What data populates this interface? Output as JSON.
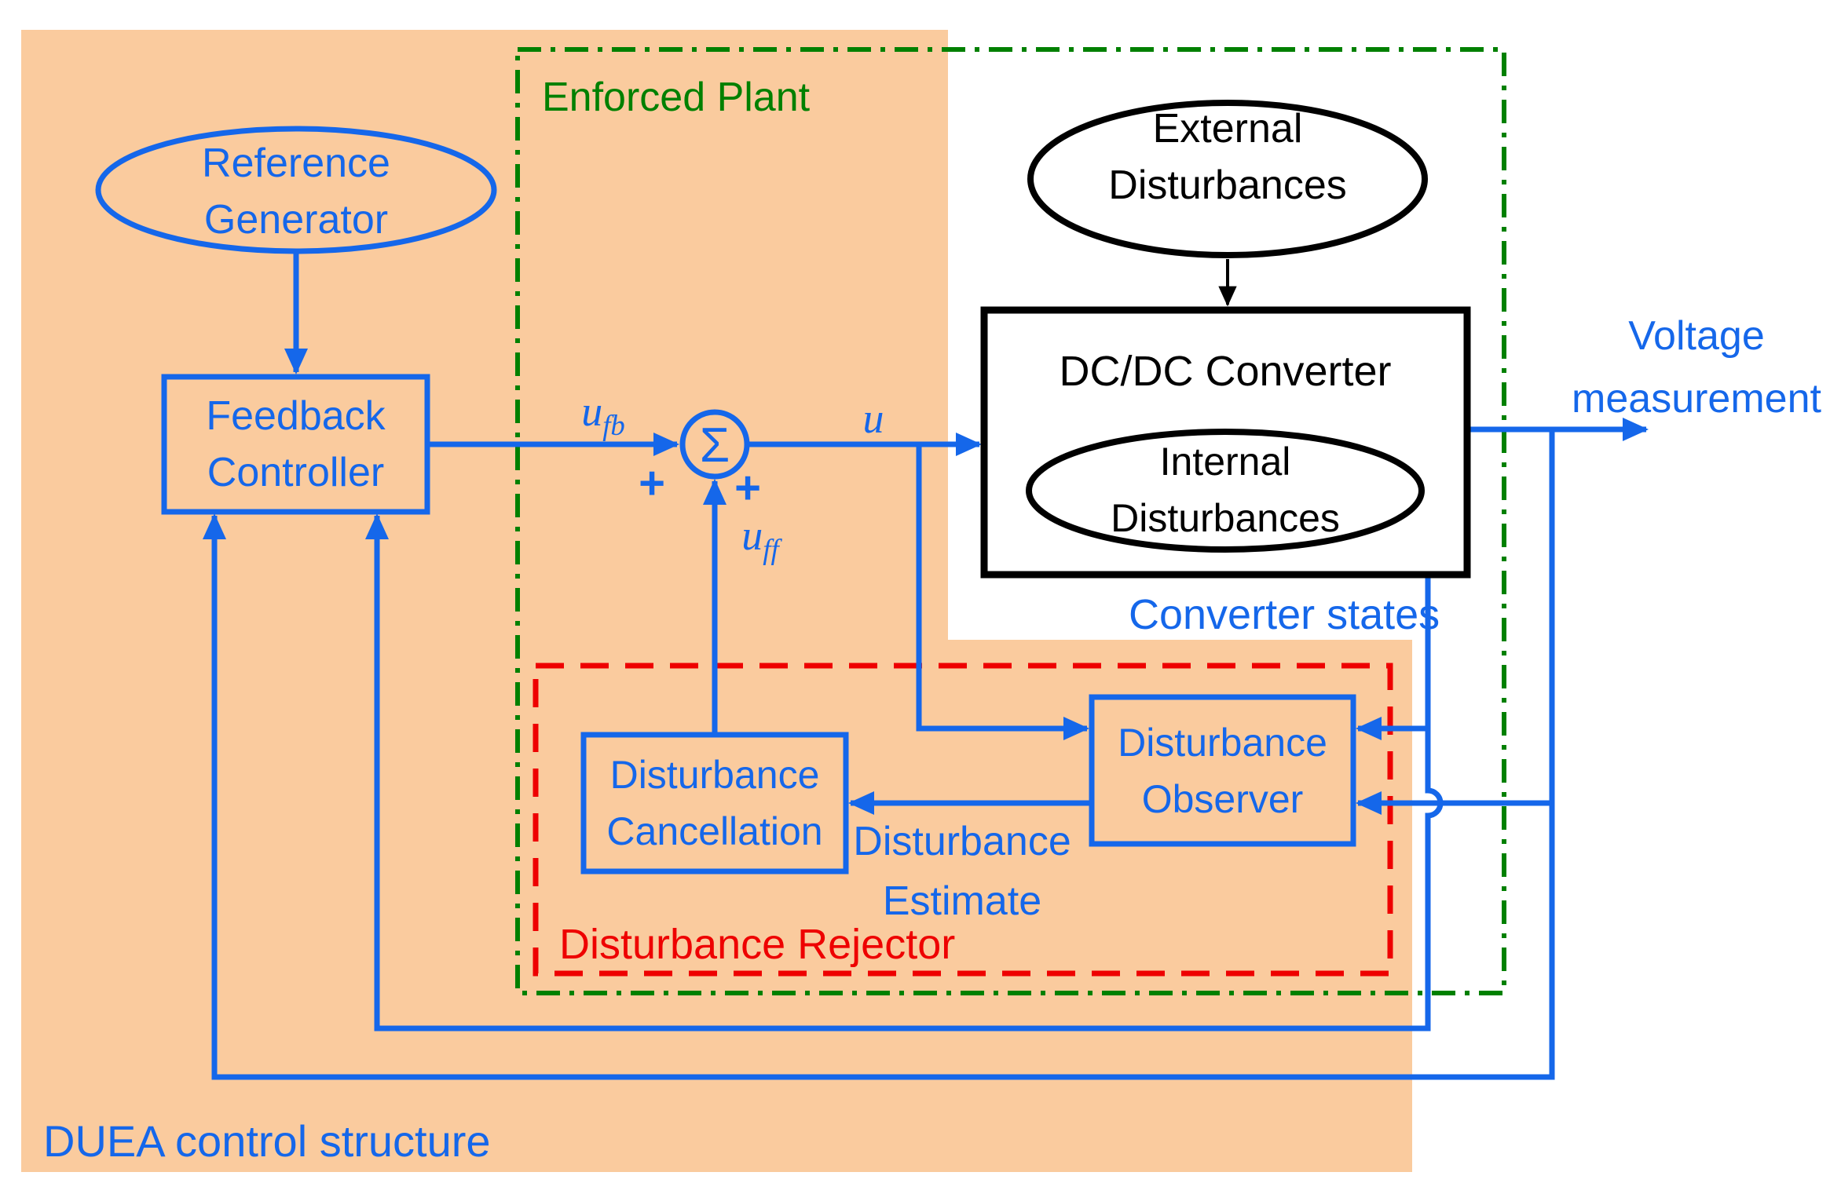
{
  "figure": {
    "type": "control-block-diagram",
    "title": "DUEA control structure"
  },
  "colors": {
    "signal_blue": "#1567ea",
    "plant_green": "#008000",
    "rejector_red": "#ee0000",
    "duea_orange": "#facb9e",
    "node_black": "#000000",
    "background": "#ffffff"
  },
  "regions": {
    "duea_label": "DUEA control structure",
    "enforced_plant_label": "Enforced Plant",
    "disturbance_rejector_label": "Disturbance Rejector"
  },
  "nodes": {
    "reference_generator": {
      "line1": "Reference",
      "line2": "Generator"
    },
    "feedback_controller": {
      "line1": "Feedback",
      "line2": "Controller"
    },
    "external_disturbances": {
      "line1": "External",
      "line2": "Disturbances"
    },
    "dcdc_converter": {
      "label": "DC/DC Converter"
    },
    "internal_disturbances": {
      "line1": "Internal",
      "line2": "Disturbances"
    },
    "disturbance_cancellation": {
      "line1": "Disturbance",
      "line2": "Cancellation"
    },
    "disturbance_observer": {
      "line1": "Disturbance",
      "line2": "Observer"
    },
    "summing_junction": {
      "symbol": "Σ"
    }
  },
  "signals": {
    "u_fb": {
      "base": "u",
      "sub": "fb"
    },
    "u_ff": {
      "base": "u",
      "sub": "ff"
    },
    "u": {
      "base": "u"
    },
    "plus_feedback": "+",
    "plus_feedforward": "+",
    "voltage_measurement": {
      "line1": "Voltage",
      "line2": "measurement"
    },
    "converter_states": "Converter states",
    "disturbance_estimate": {
      "line1": "Disturbance",
      "line2": "Estimate"
    }
  }
}
